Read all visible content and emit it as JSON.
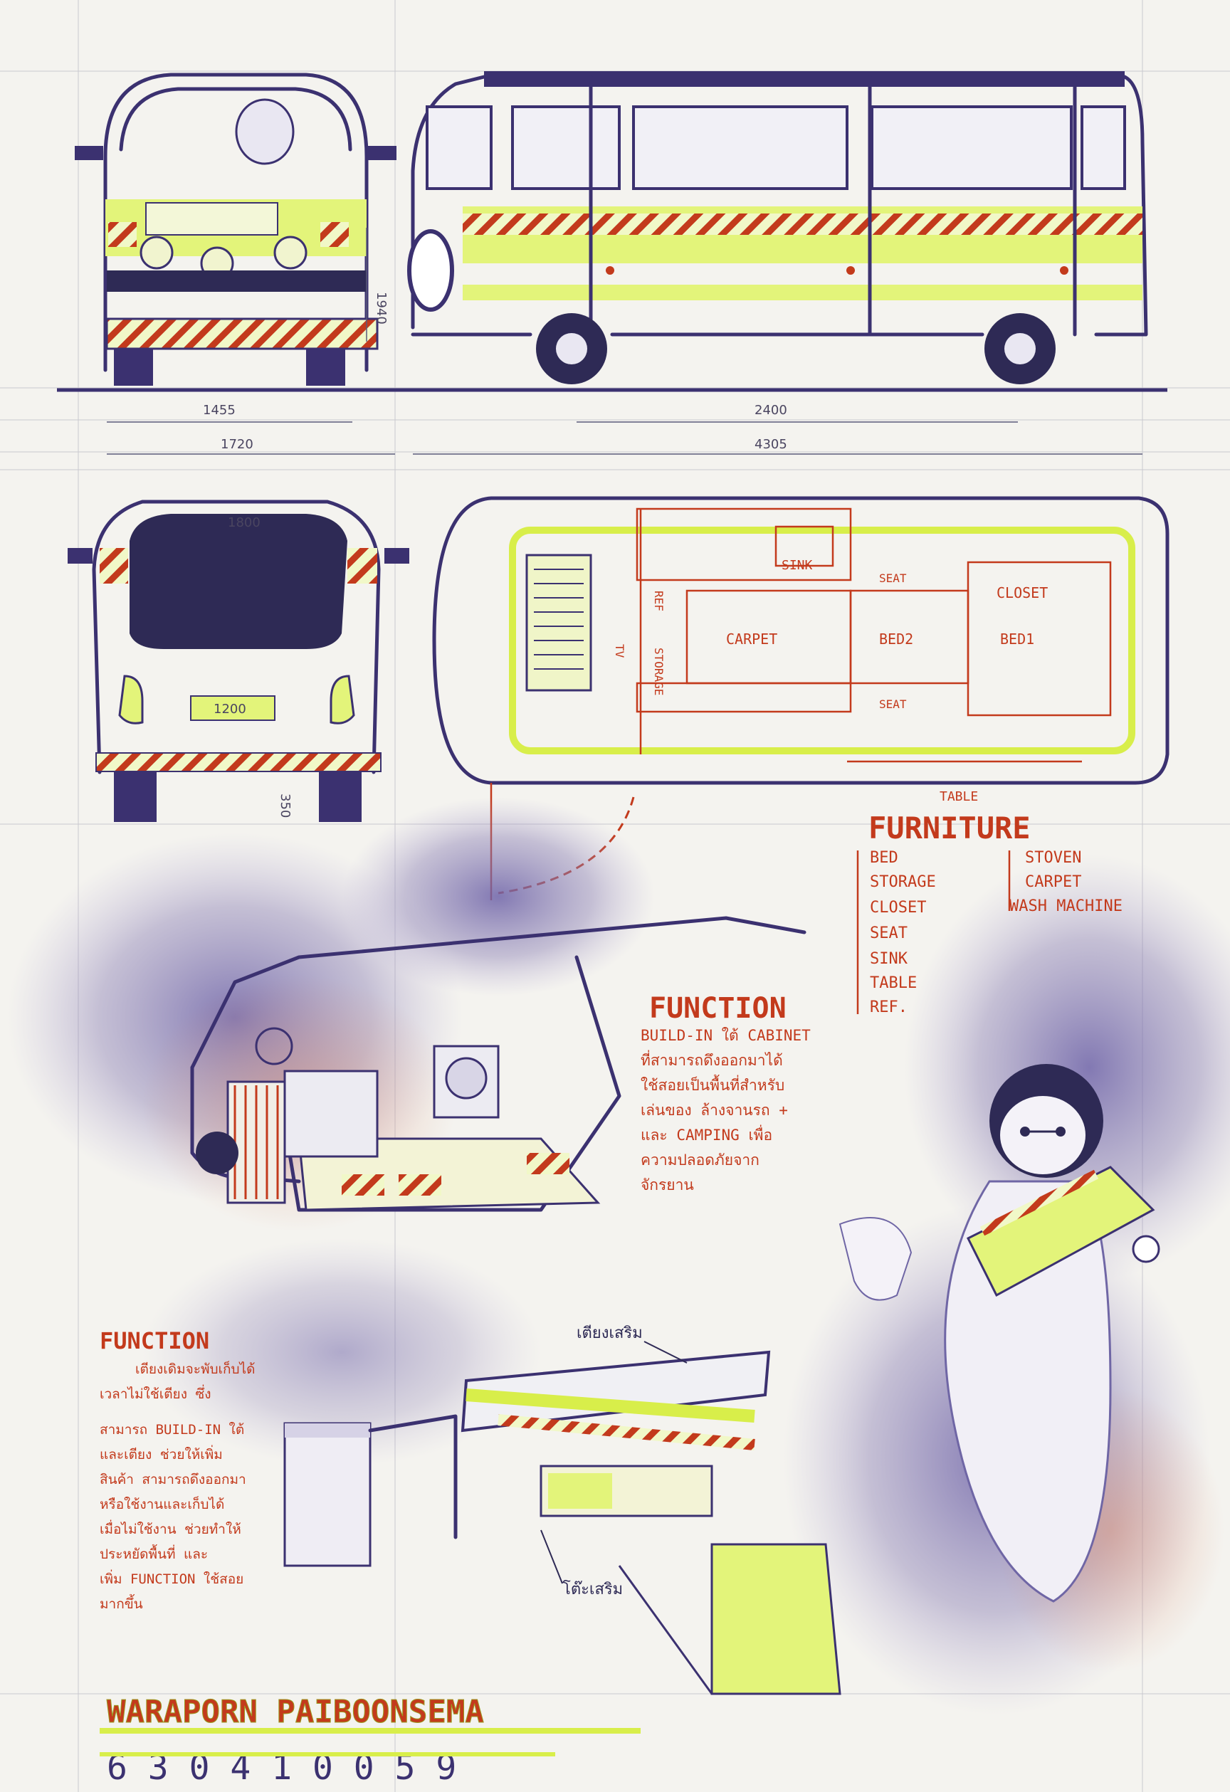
{
  "dimensions": {
    "front_width_inner": "1455",
    "front_width_outer": "1720",
    "side_wheelbase": "2400",
    "side_length": "4305",
    "height": "1940",
    "rear_width_top": "1800",
    "plate": "1200",
    "rear_height": "350"
  },
  "plan_labels": {
    "sink": "SINK",
    "seat_top": "SEAT",
    "closet": "CLOSET",
    "carpet": "CARPET",
    "bed2": "BED2",
    "bed1": "BED1",
    "seat_bottom": "SEAT",
    "tv": "TV",
    "ref": "REF",
    "storage": "STORAGE",
    "table": "TABLE"
  },
  "furniture": {
    "title": "FURNITURE",
    "left": [
      "BED",
      "STORAGE",
      "CLOSET",
      "SEAT",
      "SINK",
      "TABLE",
      "REF."
    ],
    "right": [
      "STOVEN",
      "CARPET",
      "WASH MACHINE"
    ]
  },
  "function_right": {
    "title": "FUNCTION",
    "lines": [
      "BUILD-IN ใต้ CABINET",
      "ที่สามารถดึงออกมาได้",
      "ใช้สอยเป็นพื้นที่สำหรับ",
      "เล่นของ ล้างจานรถ +",
      "และ CAMPING เพื่อ",
      "ความปลอดภัยจาก",
      "จักรยาน"
    ]
  },
  "function_left": {
    "title": "FUNCTION",
    "lines": [
      "เตียงเดิมจะพับเก็บได้",
      "เวลาไม่ใช้เตียง ซึ่ง",
      "สามารถ BUILD-IN ใต้",
      "และเตียง ช่วยให้เพิ่ม",
      "สินค้า สามารถดึงออกมา",
      "หรือใช้งานและเก็บได้",
      "เมื่อไม่ใช้งาน ช่วยทำให้",
      "ประหยัดพื้นที่ และ",
      "เพิ่ม FUNCTION ใช้สอย",
      "มากขึ้น"
    ]
  },
  "callouts": {
    "bed_label": "เตียงเสริม",
    "table_label": "โต๊ะเสริม"
  },
  "author": {
    "name": "WARAPORN PAIBOONSEMA",
    "id": "6 3 0 4 1 0 0 5 9"
  },
  "colors": {
    "ink": "#3b3170",
    "lime": "#e3f47a",
    "red": "#c33a1c",
    "wash": "#8a7fb4",
    "paper": "#f4f3ef"
  }
}
